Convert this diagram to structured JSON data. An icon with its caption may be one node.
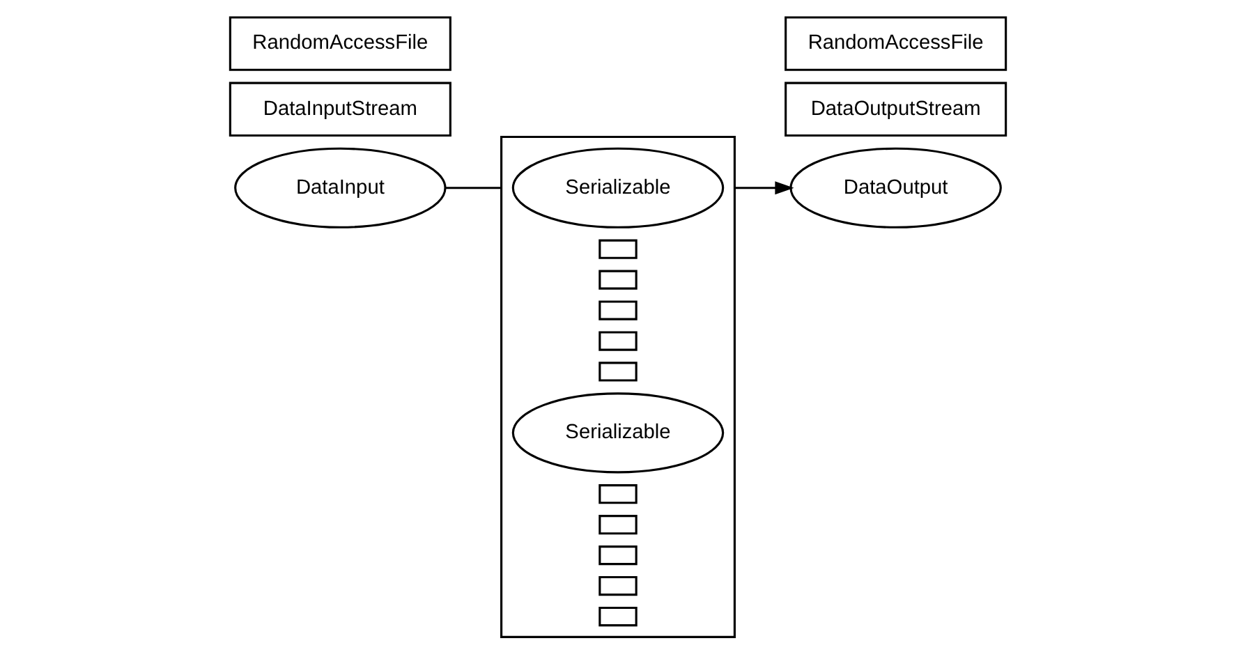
{
  "diagram": {
    "nodes": [
      {
        "text": [
          "DataInput"
        ]
      },
      {
        "text": [],
        "shape": "box"
      },
      {
        "text": [
          "Serializable"
        ],
        "in": 1
      },
      {
        "text": [
          "DataOutput"
        ]
      },
      {
        "text": [],
        "shape": "box",
        "in": 1
      },
      {
        "text": [],
        "shape": "box",
        "in": 1
      },
      {
        "text": [],
        "shape": "box",
        "in": 1
      },
      {
        "text": [],
        "shape": "box",
        "in": 1
      },
      {
        "text": [],
        "shape": "box",
        "in": 1
      },
      {
        "text": [
          "RandomAccessFile"
        ]
      },
      {
        "text": [
          "Serializable"
        ],
        "in": 1
      },
      {
        "text": [
          "RandomAccessFile"
        ]
      },
      {
        "text": [],
        "shape": "box",
        "in": 1
      },
      {
        "text": [],
        "shape": "box",
        "in": 1
      },
      {
        "text": [],
        "shape": "box",
        "in": 1
      },
      {
        "text": [],
        "shape": "box",
        "in": 1
      },
      {
        "text": [],
        "shape": "box",
        "in": 1
      },
      {
        "text": [
          "DataInputStream"
        ]
      },
      {
        "text": [
          "DataOutputStream"
        ]
      }
    ],
    "edges": [
      {
        "from": 0,
        "to": 1,
        "arrow": "none"
      },
      {
        "from": 1,
        "to": 3,
        "arrow": "to"
      }
    ]
  }
}
